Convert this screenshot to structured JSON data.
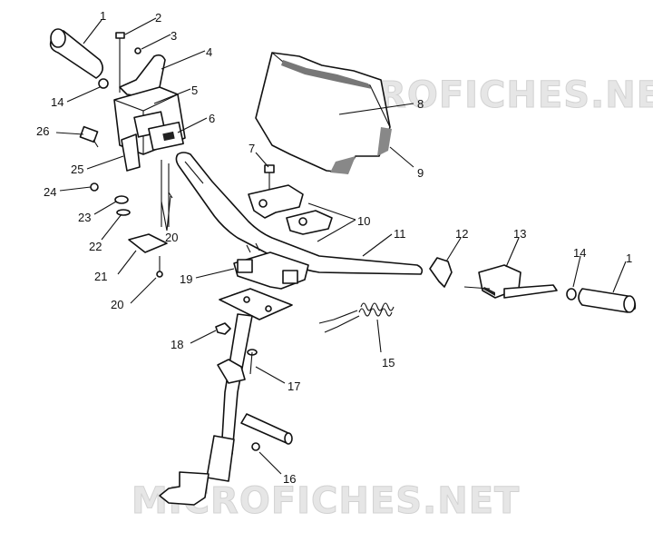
{
  "watermarks": [
    "MICROFICHES.NET",
    "MICROFICHES.NET"
  ],
  "callouts": [
    "1",
    "2",
    "3",
    "4",
    "5",
    "6",
    "7",
    "8",
    "9",
    "10",
    "11",
    "12",
    "13",
    "14",
    "15",
    "16",
    "17",
    "18",
    "19",
    "20",
    "21",
    "22",
    "23",
    "24",
    "25",
    "26"
  ],
  "labels": {
    "l1a": "1",
    "l2": "2",
    "l3": "3",
    "l4": "4",
    "l14a": "14",
    "l5": "5",
    "l6": "6",
    "l26": "26",
    "l7": "7",
    "l8": "8",
    "l9": "9",
    "l25": "25",
    "l24": "24",
    "l23": "23",
    "l20a": "20",
    "l22": "22",
    "l10": "10",
    "l11": "11",
    "l12": "12",
    "l13": "13",
    "l14b": "14",
    "l1b": "1",
    "l21": "21",
    "l19": "19",
    "l20b": "20",
    "l15": "15",
    "l18": "18",
    "l17": "17",
    "l16": "16"
  }
}
